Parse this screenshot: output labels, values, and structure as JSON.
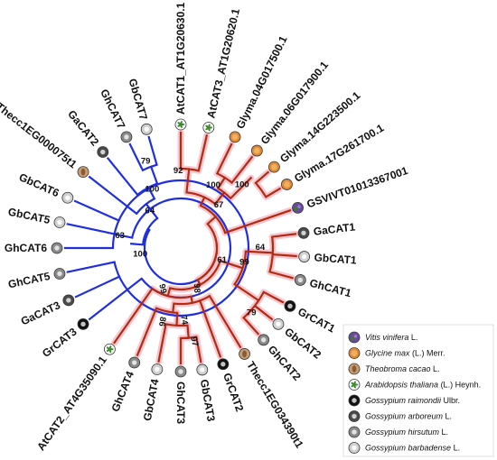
{
  "colors": {
    "blue_clade": "#1f2fe0",
    "red_clade": "#b22a10",
    "highlight": "#f7c6cf",
    "vitis": "#6a4a9a",
    "glycine": "#e08a3a",
    "theobroma": "#c8a070",
    "arabidopsis": "#3e8a2e",
    "raimondii": "#111111",
    "arboreum": "#4a4a4a",
    "hirsutum": "#8a8a8a",
    "barbadense": "#d0d0d0"
  },
  "leaves": [
    {
      "id": "GhCAT7",
      "label": "GhCAT7",
      "clade": "blue",
      "species": "hirsutum"
    },
    {
      "id": "GbCAT7",
      "label": "GbCAT7",
      "clade": "blue",
      "species": "barbadense"
    },
    {
      "id": "GaCAT2",
      "label": "GaCAT2",
      "clade": "blue",
      "species": "arboreum"
    },
    {
      "id": "Thecc1EG000075t1",
      "label": "Thecc1EG000075t1",
      "clade": "blue",
      "species": "theobroma"
    },
    {
      "id": "GbCAT6",
      "label": "GbCAT6",
      "clade": "blue",
      "species": "barbadense"
    },
    {
      "id": "GbCAT5",
      "label": "GbCAT5",
      "clade": "blue",
      "species": "barbadense"
    },
    {
      "id": "GhCAT6",
      "label": "GhCAT6",
      "clade": "blue",
      "species": "hirsutum"
    },
    {
      "id": "GhCAT5",
      "label": "GhCAT5",
      "clade": "blue",
      "species": "hirsutum"
    },
    {
      "id": "GaCAT3",
      "label": "GaCAT3",
      "clade": "blue",
      "species": "arboreum"
    },
    {
      "id": "GrCAT3",
      "label": "GrCAT3",
      "clade": "blue",
      "species": "raimondii"
    },
    {
      "id": "AtCAT2",
      "label": "AtCAT2_AT4G35090.1",
      "clade": "red",
      "species": "arabidopsis"
    },
    {
      "id": "GhCAT4",
      "label": "GhCAT4",
      "clade": "red",
      "species": "hirsutum"
    },
    {
      "id": "GbCAT4",
      "label": "GbCAT4",
      "clade": "red",
      "species": "barbadense"
    },
    {
      "id": "GhCAT3",
      "label": "GhCAT3",
      "clade": "red",
      "species": "hirsutum"
    },
    {
      "id": "GbCAT3",
      "label": "GbCAT3",
      "clade": "red",
      "species": "barbadense"
    },
    {
      "id": "GrCAT2",
      "label": "GrCAT2",
      "clade": "red",
      "species": "raimondii"
    },
    {
      "id": "Thecc1EG034390t1",
      "label": "Thecc1EG034390t1",
      "clade": "red",
      "species": "theobroma"
    },
    {
      "id": "GhCAT2",
      "label": "GhCAT2",
      "clade": "red",
      "species": "hirsutum"
    },
    {
      "id": "GbCAT2",
      "label": "GbCAT2",
      "clade": "red",
      "species": "barbadense"
    },
    {
      "id": "GrCAT1",
      "label": "GrCAT1",
      "clade": "red",
      "species": "raimondii"
    },
    {
      "id": "GhCAT1",
      "label": "GhCAT1",
      "clade": "red",
      "species": "hirsutum"
    },
    {
      "id": "GbCAT1",
      "label": "GbCAT1",
      "clade": "red",
      "species": "barbadense"
    },
    {
      "id": "GaCAT1",
      "label": "GaCAT1",
      "clade": "red",
      "species": "arboreum"
    },
    {
      "id": "GSVIVT",
      "label": "GSVIVT01013367001",
      "clade": "red",
      "species": "vitis"
    },
    {
      "id": "Glyma17",
      "label": "Glyma.17G261700.1",
      "clade": "red",
      "species": "glycine"
    },
    {
      "id": "Glyma14",
      "label": "Glyma.14G223500.1",
      "clade": "red",
      "species": "glycine"
    },
    {
      "id": "Glyma06",
      "label": "Glyma.06G017900.1",
      "clade": "red",
      "species": "glycine"
    },
    {
      "id": "Glyma04",
      "label": "Glyma.04G017500.1",
      "clade": "red",
      "species": "glycine"
    },
    {
      "id": "AtCAT3",
      "label": "AtCAT3_AT1G20620.1",
      "clade": "red",
      "species": "arabidopsis"
    },
    {
      "id": "AtCAT1",
      "label": "AtCAT1_AT1G20630.1",
      "clade": "red",
      "species": "arabidopsis"
    }
  ],
  "bootstrap": [
    {
      "id": "b79",
      "value": "79"
    },
    {
      "id": "b100a",
      "value": "100"
    },
    {
      "id": "b64a",
      "value": "64"
    },
    {
      "id": "b63",
      "value": "63"
    },
    {
      "id": "b100b",
      "value": "100"
    },
    {
      "id": "b61",
      "value": "61"
    },
    {
      "id": "b92",
      "value": "92"
    },
    {
      "id": "b100c",
      "value": "100"
    },
    {
      "id": "b67",
      "value": "67"
    },
    {
      "id": "b100d",
      "value": "100"
    },
    {
      "id": "b64b",
      "value": "64"
    },
    {
      "id": "b99a",
      "value": "99"
    },
    {
      "id": "b79b",
      "value": "79"
    },
    {
      "id": "b98",
      "value": "98"
    },
    {
      "id": "b99b",
      "value": "99"
    },
    {
      "id": "b86",
      "value": "86"
    },
    {
      "id": "b74",
      "value": "74"
    },
    {
      "id": "b97",
      "value": "97"
    }
  ],
  "legend": [
    {
      "species": "vitis",
      "name": "Vitis vinifera",
      "author": " L."
    },
    {
      "species": "glycine",
      "name": "Glycine max",
      "author": " (L.) Merr."
    },
    {
      "species": "theobroma",
      "name": "Theobroma cacao",
      "author": " L."
    },
    {
      "species": "arabidopsis",
      "name": "Arabidopsis thaliana",
      "author": " (L.) Heynh."
    },
    {
      "species": "raimondii",
      "name": "Gossypium raimondii",
      "author": " Ulbr."
    },
    {
      "species": "arboreum",
      "name": "Gossypium arboreum",
      "author": " L."
    },
    {
      "species": "hirsutum",
      "name": "Gossypium hirsutum",
      "author": " L."
    },
    {
      "species": "barbadense",
      "name": "Gossypium barbadense",
      "author": " L."
    }
  ]
}
